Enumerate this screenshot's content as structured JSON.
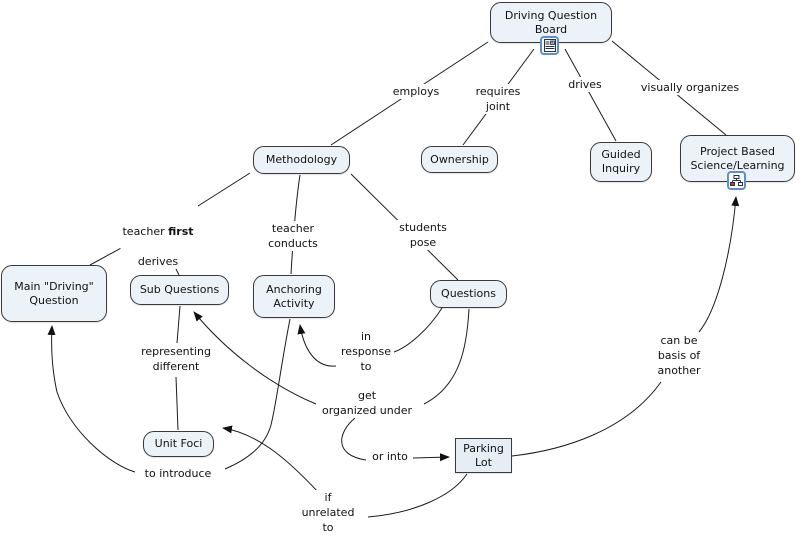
{
  "concepts": {
    "driving_question_board": "Driving Question Board",
    "methodology": "Methodology",
    "ownership": "Ownership",
    "guided_inquiry": "Guided Inquiry",
    "project_based_science_learning": "Project Based Science/Learning",
    "main_driving_question": "Main \"Driving\" Question",
    "sub_questions": "Sub Questions",
    "anchoring_activity": "Anchoring Activity",
    "questions": "Questions",
    "unit_foci": "Unit Foci",
    "parking_lot": "Parking Lot"
  },
  "links": {
    "employs": "employs",
    "requires_joint": "requires\njoint",
    "drives": "drives",
    "visually_organizes": "visually organizes",
    "teacher_first_derives": {
      "pre": "teacher ",
      "bold": "first",
      "post": "derives"
    },
    "teacher_conducts": "teacher\nconducts",
    "students_pose": "students\npose",
    "in_response_to": "in\nresponse\nto",
    "representing_different": "representing\ndifferent",
    "get_organized_under": "get\norganized under",
    "can_be_basis_of_another": "can be\nbasis of\nanother",
    "or_into": "or into",
    "to_introduce": "to introduce",
    "if_unrelated_to": "if\nunrelated\nto"
  },
  "icons": {
    "dqb_resource": "document-resource-icon",
    "pbsl_resource": "concept-map-resource-icon"
  },
  "colors": {
    "node_fill": "#ecf3f8",
    "parking_lot_fill": "#e6eef5",
    "node_border": "#3a3a3c",
    "line": "#1c1c1c",
    "icon_border": "#5b8fd0"
  }
}
